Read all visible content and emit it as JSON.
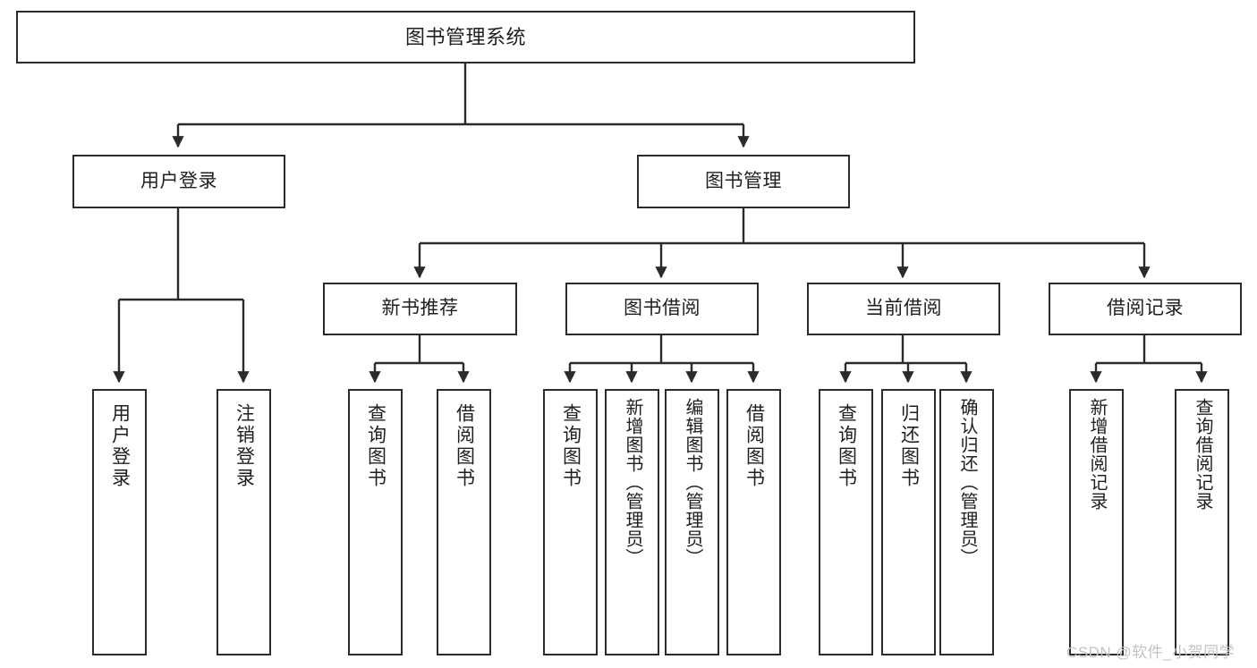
{
  "diagram": {
    "type": "tree-hierarchy",
    "title": "图书管理系统",
    "orientation": "top-down",
    "line_color": "#2b2b2b",
    "box_fill": "#ffffff",
    "levels": 4
  },
  "nodes": {
    "root": {
      "label": "图书管理系统"
    },
    "level1": [
      {
        "id": "user-login",
        "label": "用户登录"
      },
      {
        "id": "book-manage",
        "label": "图书管理"
      }
    ],
    "level2": [
      {
        "id": "new-book-rec",
        "label": "新书推荐"
      },
      {
        "id": "book-borrow",
        "label": "图书借阅"
      },
      {
        "id": "current-borrow",
        "label": "当前借阅"
      },
      {
        "id": "borrow-record",
        "label": "借阅记录"
      }
    ],
    "leaves": {
      "user_login": [
        {
          "id": "leaf-user-login",
          "label": "用户登录"
        },
        {
          "id": "leaf-logout",
          "label": "注销登录"
        }
      ],
      "new_book_rec": [
        {
          "id": "leaf-query-book-1",
          "label": "查询图书"
        },
        {
          "id": "leaf-borrow-book-1",
          "label": "借阅图书"
        }
      ],
      "book_borrow": [
        {
          "id": "leaf-query-book-2",
          "label": "查询图书"
        },
        {
          "id": "leaf-add-book",
          "label": "新增图书（管理员）"
        },
        {
          "id": "leaf-edit-book",
          "label": "编辑图书（管理员）"
        },
        {
          "id": "leaf-borrow-book-2",
          "label": "借阅图书"
        }
      ],
      "current_borrow": [
        {
          "id": "leaf-query-book-3",
          "label": "查询图书"
        },
        {
          "id": "leaf-return-book",
          "label": "归还图书"
        },
        {
          "id": "leaf-confirm-return",
          "label": "确认归还（管理员）"
        }
      ],
      "borrow_record": [
        {
          "id": "leaf-add-record",
          "label": "新增借阅记录"
        },
        {
          "id": "leaf-query-record",
          "label": "查询借阅记录"
        }
      ]
    }
  },
  "watermark": {
    "text": "CSDN @软件_小贺同学",
    "color": "#c3c3c3"
  }
}
